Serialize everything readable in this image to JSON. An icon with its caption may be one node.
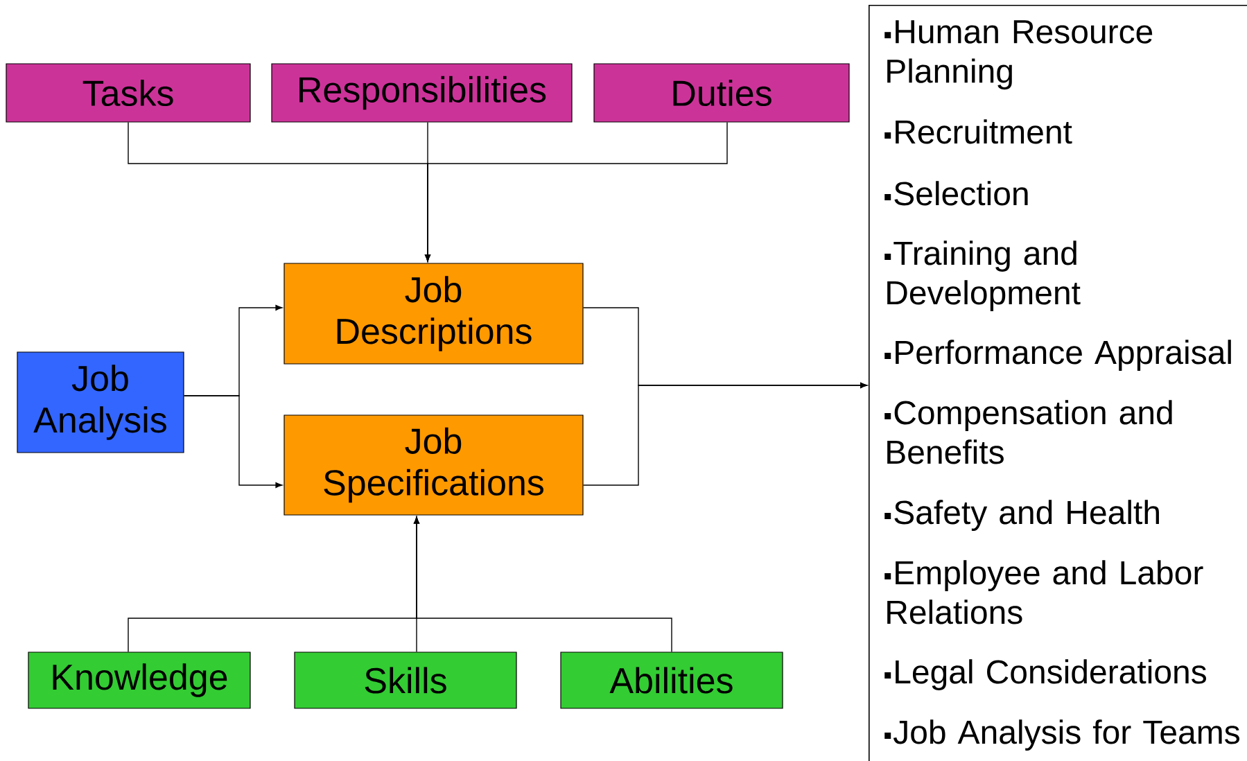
{
  "diagram": {
    "nodes": [
      {
        "text": [
          "Tasks"
        ]
      },
      {
        "text": [
          "Responsibilities"
        ]
      },
      {
        "text": [
          "Duties"
        ]
      },
      {
        "text": [
          "Job Descriptions"
        ]
      },
      {
        "text": [
          "Job Specifications"
        ]
      },
      {
        "text": [
          "Job Analysis"
        ]
      },
      {
        "text": [
          "Knowledge"
        ]
      },
      {
        "text": [
          "Skills"
        ]
      },
      {
        "text": [
          "Abilities"
        ]
      },
      {
        "text": [
          "Human Resource Planning",
          "Recruitment",
          "Selection",
          "Training and Development",
          "Performance Appraisal",
          "Compensation and Benefits",
          "Safety and Health",
          "Employee and Labor Relations",
          "Legal Considerations",
          "Job Analysis for Teams"
        ]
      }
    ],
    "edges": [
      {
        "from": 0,
        "to": 3,
        "arrow": "to"
      },
      {
        "from": 1,
        "to": 3,
        "arrow": "to"
      },
      {
        "from": 2,
        "to": 3,
        "arrow": "to"
      },
      {
        "from": 5,
        "to": 3,
        "arrow": "to"
      },
      {
        "from": 5,
        "to": 4,
        "arrow": "to"
      },
      {
        "from": 3,
        "to": 9,
        "arrow": "to"
      },
      {
        "from": 4,
        "to": 9,
        "arrow": "to"
      },
      {
        "from": 6,
        "to": 4,
        "arrow": "to"
      },
      {
        "from": 7,
        "to": 4,
        "arrow": "to"
      },
      {
        "from": 8,
        "to": 4,
        "arrow": "to"
      }
    ]
  }
}
